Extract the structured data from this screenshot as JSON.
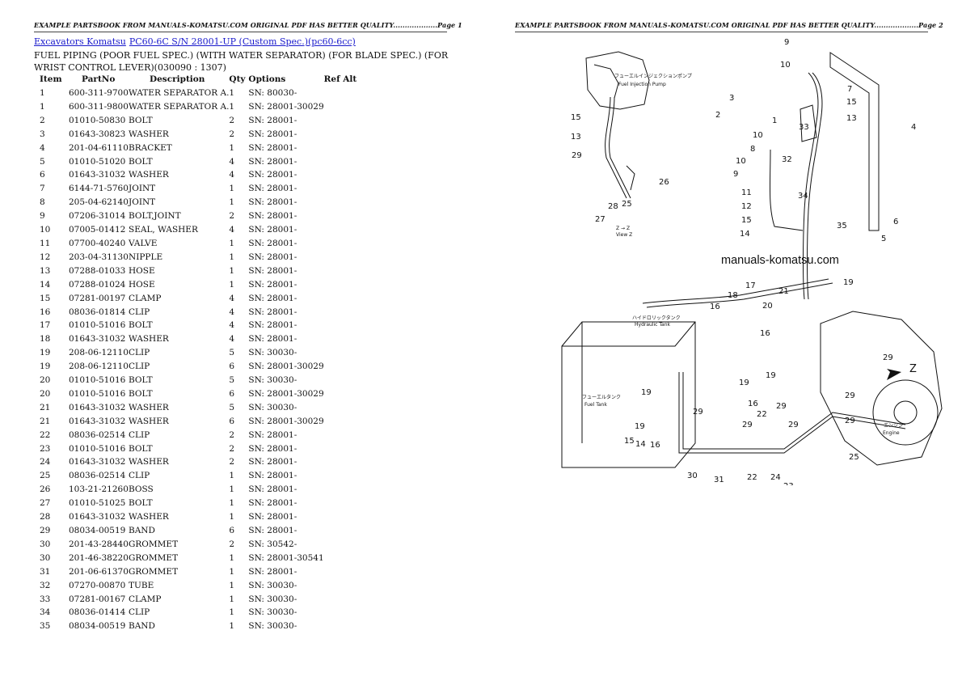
{
  "left_page": {
    "header": "EXAMPLE PARTSBOOK FROM MANUALS-KOMATSU.COM ORIGINAL PDF HAS BETTER QUALITY...................Page 1",
    "breadcrumb": {
      "link1": "Excavators Komatsu",
      "link2": "PC60-6C S/N 28001-UP (Custom Spec.)(pc60-6cc)"
    },
    "section_title": "FUEL PIPING (POOR FUEL SPEC.) (WITH WATER SEPARATOR) (FOR BLADE SPEC.) (FOR WRIST CONTROL LEVER)(030090 : 1307)",
    "table": {
      "headers": [
        "Item",
        "PartNo",
        "Description",
        "Qty",
        "Options",
        "Ref Alt"
      ],
      "rows": [
        [
          "1",
          "600-311-9700",
          "WATER SEPARATOR A.",
          "1",
          "SN: 80030-"
        ],
        [
          "1",
          "600-311-9800",
          "WATER SEPARATOR A.",
          "1",
          "SN: 28001-30029"
        ],
        [
          "2",
          "01010-50830",
          "BOLT",
          "2",
          "SN: 28001-"
        ],
        [
          "3",
          "01643-30823",
          "WASHER",
          "2",
          "SN: 28001-"
        ],
        [
          "4",
          "201-04-61110",
          "BRACKET",
          "1",
          "SN: 28001-"
        ],
        [
          "5",
          "01010-51020",
          "BOLT",
          "4",
          "SN: 28001-"
        ],
        [
          "6",
          "01643-31032",
          "WASHER",
          "4",
          "SN: 28001-"
        ],
        [
          "7",
          "6144-71-5760",
          "JOINT",
          "1",
          "SN: 28001-"
        ],
        [
          "8",
          "205-04-62140",
          "JOINT",
          "1",
          "SN: 28001-"
        ],
        [
          "9",
          "07206-31014",
          "BOLT,JOINT",
          "2",
          "SN: 28001-"
        ],
        [
          "10",
          "07005-01412",
          "SEAL, WASHER",
          "4",
          "SN: 28001-"
        ],
        [
          "11",
          "07700-40240",
          "VALVE",
          "1",
          "SN: 28001-"
        ],
        [
          "12",
          "203-04-31130",
          "NIPPLE",
          "1",
          "SN: 28001-"
        ],
        [
          "13",
          "07288-01033",
          "HOSE",
          "1",
          "SN: 28001-"
        ],
        [
          "14",
          "07288-01024",
          "HOSE",
          "1",
          "SN: 28001-"
        ],
        [
          "15",
          "07281-00197",
          "CLAMP",
          "4",
          "SN: 28001-"
        ],
        [
          "16",
          "08036-01814",
          "CLIP",
          "4",
          "SN: 28001-"
        ],
        [
          "17",
          "01010-51016",
          "BOLT",
          "4",
          "SN: 28001-"
        ],
        [
          "18",
          "01643-31032",
          "WASHER",
          "4",
          "SN: 28001-"
        ],
        [
          "19",
          "208-06-12110",
          "CLIP",
          "5",
          "SN: 30030-"
        ],
        [
          "19",
          "208-06-12110",
          "CLIP",
          "6",
          "SN: 28001-30029"
        ],
        [
          "20",
          "01010-51016",
          "BOLT",
          "5",
          "SN: 30030-"
        ],
        [
          "20",
          "01010-51016",
          "BOLT",
          "6",
          "SN: 28001-30029"
        ],
        [
          "21",
          "01643-31032",
          "WASHER",
          "5",
          "SN: 30030-"
        ],
        [
          "21",
          "01643-31032",
          "WASHER",
          "6",
          "SN: 28001-30029"
        ],
        [
          "22",
          "08036-02514",
          "CLIP",
          "2",
          "SN: 28001-"
        ],
        [
          "23",
          "01010-51016",
          "BOLT",
          "2",
          "SN: 28001-"
        ],
        [
          "24",
          "01643-31032",
          "WASHER",
          "2",
          "SN: 28001-"
        ],
        [
          "25",
          "08036-02514",
          "CLIP",
          "1",
          "SN: 28001-"
        ],
        [
          "26",
          "103-21-21260",
          "BOSS",
          "1",
          "SN: 28001-"
        ],
        [
          "27",
          "01010-51025",
          "BOLT",
          "1",
          "SN: 28001-"
        ],
        [
          "28",
          "01643-31032",
          "WASHER",
          "1",
          "SN: 28001-"
        ],
        [
          "29",
          "08034-00519",
          "BAND",
          "6",
          "SN: 28001-"
        ],
        [
          "30",
          "201-43-28440",
          "GROMMET",
          "2",
          "SN: 30542-"
        ],
        [
          "30",
          "201-46-38220",
          "GROMMET",
          "1",
          "SN: 28001-30541"
        ],
        [
          "31",
          "201-06-61370",
          "GROMMET",
          "1",
          "SN: 28001-"
        ],
        [
          "32",
          "07270-00870",
          "TUBE",
          "1",
          "SN: 30030-"
        ],
        [
          "33",
          "07281-00167",
          "CLAMP",
          "1",
          "SN: 30030-"
        ],
        [
          "34",
          "08036-01414",
          "CLIP",
          "1",
          "SN: 30030-"
        ],
        [
          "35",
          "08034-00519",
          "BAND",
          "1",
          "SN: 30030-"
        ]
      ]
    }
  },
  "right_page": {
    "header": "EXAMPLE PARTSBOOK FROM MANUALS-KOMATSU.COM ORIGINAL PDF HAS BETTER QUALITY...................Page 2",
    "watermark": "manuals-komatsu.com",
    "labels": {
      "fuel_injection_pump_jp": "フューエルインジェクションポンプ",
      "fuel_injection_pump": "Fuel Injection Pump",
      "hydraulic_tank_jp": "ハイドロリックタンク",
      "hydraulic_tank": "Hydraulic Tank",
      "fuel_tank_jp": "フューエルタンク",
      "fuel_tank": "Fuel Tank",
      "engine_jp": "エンジン",
      "engine": "Engine",
      "view_z_a": "Z → Z",
      "view_z_b": "View Z",
      "z_marker": "Z"
    }
  }
}
